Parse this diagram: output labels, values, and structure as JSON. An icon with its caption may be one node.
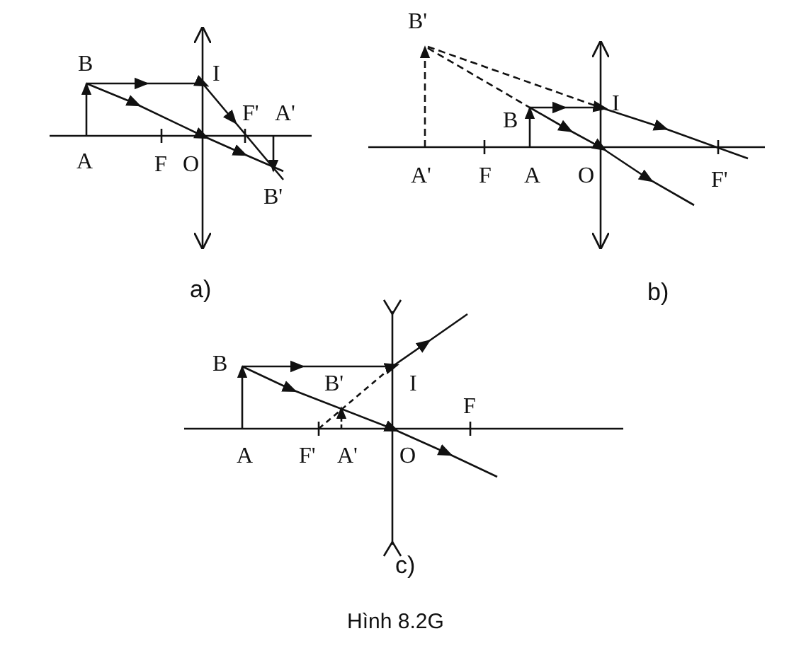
{
  "diagram": {
    "caption": "Hình 8.2G",
    "labels": [
      "B",
      "I",
      "F'",
      "A'",
      "A",
      "F",
      "O",
      "B'",
      "a)",
      "B'",
      "B",
      "I",
      "A'",
      "F",
      "A",
      "O",
      "F'",
      "b)",
      "B",
      "B'",
      "I",
      "F",
      "A",
      "F'",
      "A'",
      "O",
      "c)"
    ]
  }
}
